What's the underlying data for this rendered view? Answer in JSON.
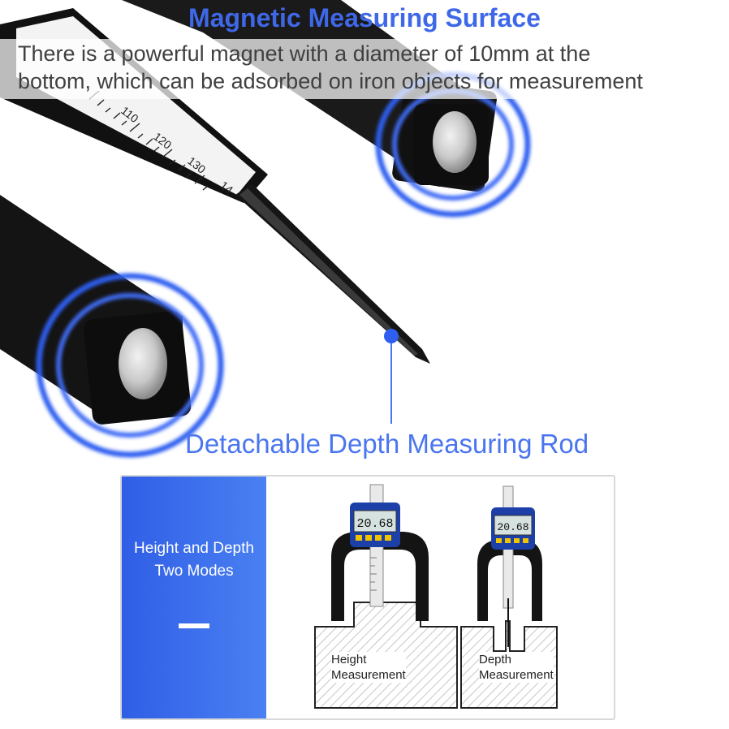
{
  "heading": "Magnetic Measuring Surface",
  "caption": {
    "line1": "There is a powerful magnet with a diameter of 10mm at the",
    "line2": "bottom, which can be adsorbed on iron objects for measurement"
  },
  "rod_label": "Detachable Depth Measuring Rod",
  "ruler_ticks": [
    "110",
    "120",
    "130",
    "14"
  ],
  "modes_panel": {
    "title_line1": "Height and Depth",
    "title_line2": "Two Modes",
    "height": {
      "line1": "Height",
      "line2": "Measurement",
      "display": "20.68"
    },
    "depth": {
      "line1": "Depth",
      "line2": "Measurement",
      "display": "20.68"
    }
  },
  "colors": {
    "accent": "#3f68e8",
    "glow": "#2f5ef0",
    "panel_blue": "#3a6cec"
  }
}
